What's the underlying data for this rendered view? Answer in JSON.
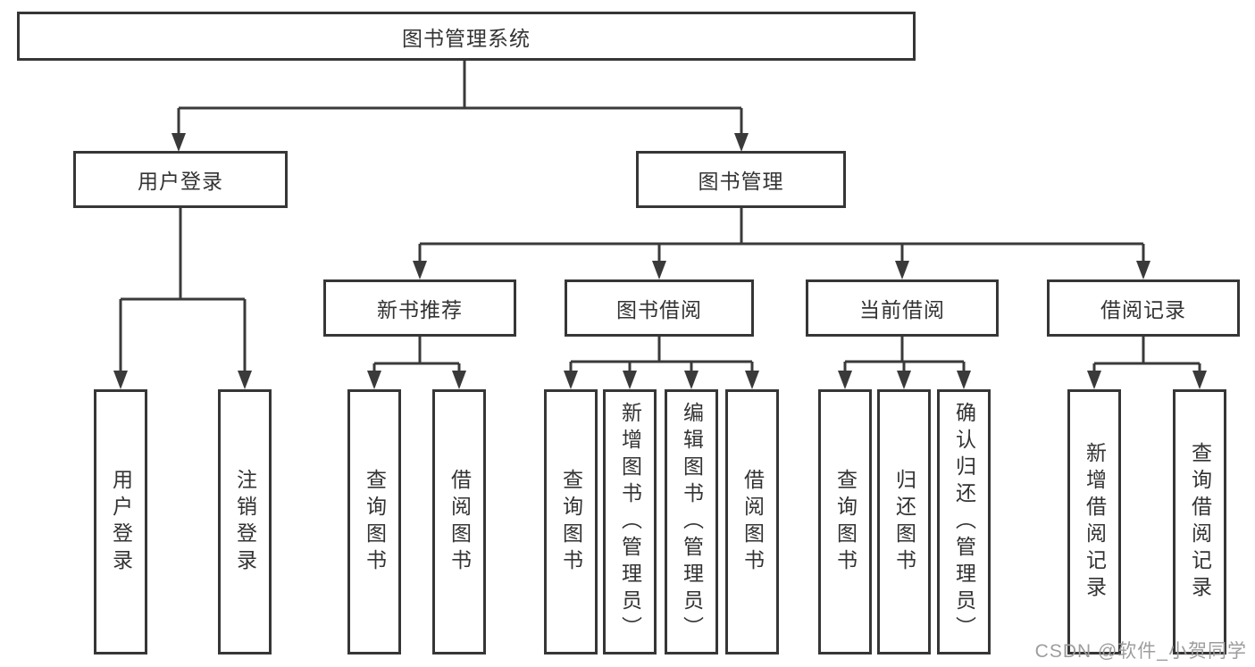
{
  "diagram": {
    "root": "图书管理系统",
    "user_login": {
      "label": "用户登录",
      "children": [
        "用户登录",
        "注销登录"
      ]
    },
    "book_management": {
      "label": "图书管理",
      "new_book_recommend": {
        "label": "新书推荐",
        "children": [
          "查询图书",
          "借阅图书"
        ]
      },
      "book_borrow": {
        "label": "图书借阅",
        "children": [
          "查询图书",
          "新增图书（管理员）",
          "编辑图书（管理员）",
          "借阅图书"
        ]
      },
      "current_borrow": {
        "label": "当前借阅",
        "children": [
          "查询图书",
          "归还图书",
          "确认归还（管理员）"
        ]
      },
      "borrow_records": {
        "label": "借阅记录",
        "children": [
          "新增借阅记录",
          "查询借阅记录"
        ]
      }
    }
  },
  "watermark": "CSDN @软件_小贺同学",
  "colors": {
    "line": "#3a3a3a",
    "border": "#363636",
    "text": "#333333",
    "watermark": "#9d9d9d",
    "background": "#ffffff"
  }
}
